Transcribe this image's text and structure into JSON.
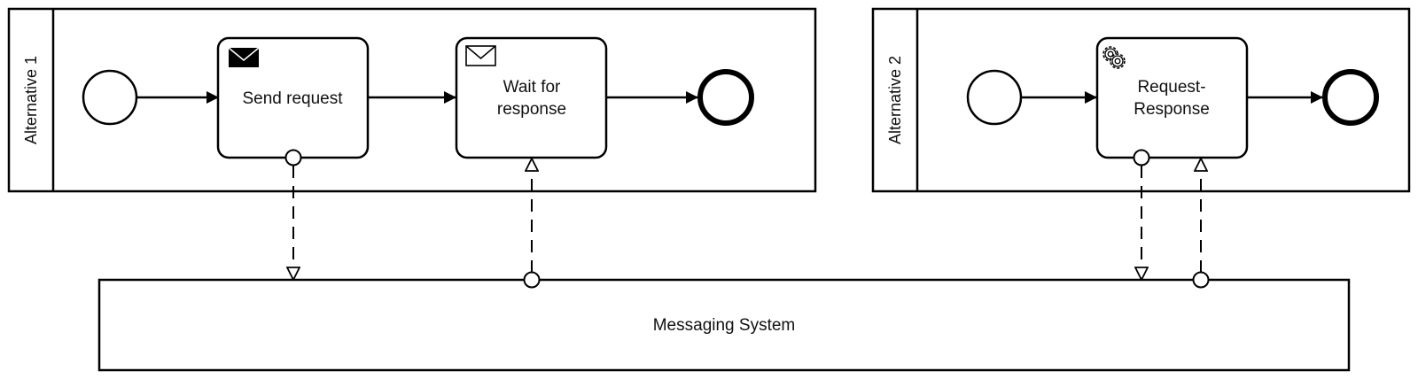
{
  "pools": [
    {
      "id": "alt1",
      "label": "Alternative 1"
    },
    {
      "id": "alt2",
      "label": "Alternative 2"
    },
    {
      "id": "messaging",
      "label": "Messaging System"
    }
  ],
  "tasks": [
    {
      "id": "send",
      "lines": [
        "Send request"
      ],
      "marker": "send-envelope-icon"
    },
    {
      "id": "wait",
      "lines": [
        "Wait for",
        "response"
      ],
      "marker": "receive-envelope-icon"
    },
    {
      "id": "reqresp",
      "lines": [
        "Request-",
        "Response"
      ],
      "marker": "service-gear-icon"
    }
  ],
  "events": [
    {
      "id": "start1",
      "type": "start"
    },
    {
      "id": "end1",
      "type": "end"
    },
    {
      "id": "start2",
      "type": "start"
    },
    {
      "id": "end2",
      "type": "end"
    }
  ],
  "sequence_flows": [
    {
      "from": "start1",
      "to": "send"
    },
    {
      "from": "send",
      "to": "wait"
    },
    {
      "from": "wait",
      "to": "end1"
    },
    {
      "from": "start2",
      "to": "reqresp"
    },
    {
      "from": "reqresp",
      "to": "end2"
    }
  ],
  "message_flows": [
    {
      "from": "send",
      "to": "messaging"
    },
    {
      "from": "messaging",
      "to": "wait"
    },
    {
      "from": "reqresp",
      "to": "messaging"
    },
    {
      "from": "messaging",
      "to": "reqresp"
    }
  ]
}
